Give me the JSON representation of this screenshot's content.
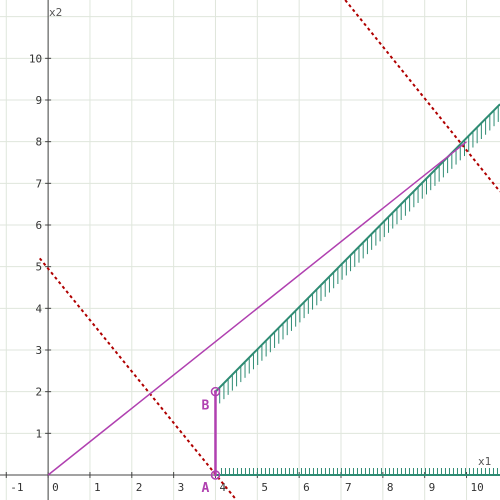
{
  "chart_data": {
    "type": "line",
    "xlabel": "x1",
    "ylabel": "x2",
    "xlim": [
      -1.15,
      10.8
    ],
    "ylim": [
      -0.6,
      11.4
    ],
    "grid": true,
    "x_ticks": [
      -1,
      0,
      1,
      2,
      3,
      4,
      5,
      6,
      7,
      8,
      9,
      10
    ],
    "y_ticks": [
      1,
      2,
      3,
      4,
      5,
      6,
      7,
      8,
      9,
      10
    ],
    "x_tick_labels": [
      "-1",
      "0",
      "1",
      "2",
      "3",
      "4",
      "5",
      "6",
      "7",
      "8",
      "9",
      "10"
    ],
    "y_tick_labels": [
      "1",
      "2",
      "3",
      "4",
      "5",
      "6",
      "7",
      "8",
      "9",
      "10"
    ],
    "constraints": [
      {
        "from": [
          4,
          2
        ],
        "to": [
          10.8,
          8.9
        ],
        "hatch_side": "below"
      },
      {
        "from": [
          4,
          0
        ],
        "to": [
          10.8,
          0
        ],
        "hatch_side": "above"
      }
    ],
    "objective_lines": [
      {
        "from": [
          -0.2,
          5.2
        ],
        "to": [
          4.5,
          -0.6
        ]
      },
      {
        "from": [
          7.1,
          11.4
        ],
        "to": [
          10.8,
          6.8
        ]
      }
    ],
    "segments": [
      {
        "from": [
          0,
          0
        ],
        "to": [
          10,
          8
        ]
      },
      {
        "from": [
          4,
          0
        ],
        "to": [
          4,
          2
        ]
      }
    ],
    "points": [
      {
        "label": "A",
        "x": 4,
        "y": 0
      },
      {
        "label": "B",
        "x": 4,
        "y": 2
      }
    ],
    "colors": {
      "grid": "#dfe6dc",
      "axis": "#444444",
      "constraint": "#2e8b73",
      "objective": "#b00000",
      "segment": "#b040b0",
      "point": "#b040b0"
    }
  }
}
